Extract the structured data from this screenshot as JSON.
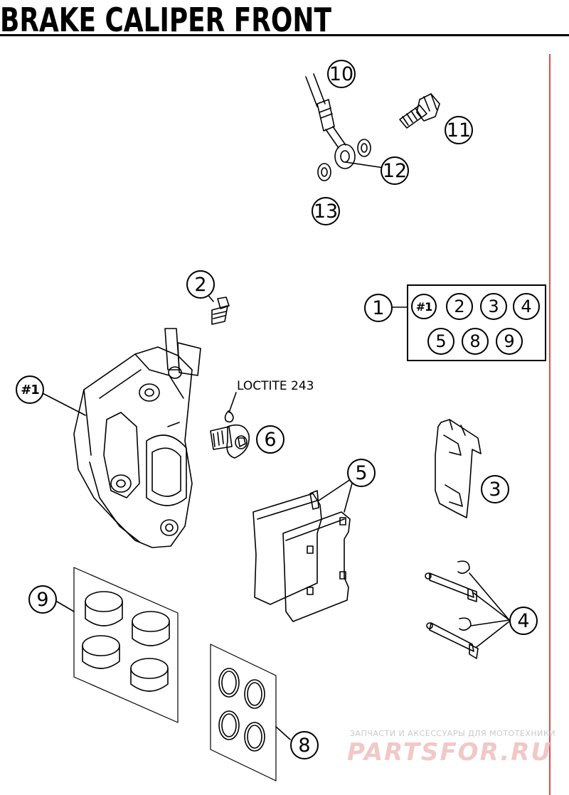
{
  "title": "BRAKE CALIPER FRONT",
  "loctite_label": "LOCTITE 243",
  "callouts": {
    "c1": "1",
    "c2": "2",
    "c3": "3",
    "c4": "4",
    "c5": "5",
    "c6": "6",
    "c8": "8",
    "c9": "9",
    "c10": "10",
    "c11": "11",
    "c12": "12",
    "c13": "13",
    "caliper": "#1"
  },
  "kit": {
    "hash": "#1",
    "items": [
      "2",
      "3",
      "4",
      "5",
      "8",
      "9"
    ]
  },
  "watermark": {
    "caption": "ЗАПЧАСТИ И АКСЕССУАРЫ ДЛЯ МОТОТЕХНИКИ",
    "brand": "PARTSFOR.RU"
  },
  "colors": {
    "ink": "#000000",
    "margin_line": "#d94c4c",
    "watermark_caption": "#c9c9c9",
    "watermark_brand": "#f1c8c8"
  }
}
